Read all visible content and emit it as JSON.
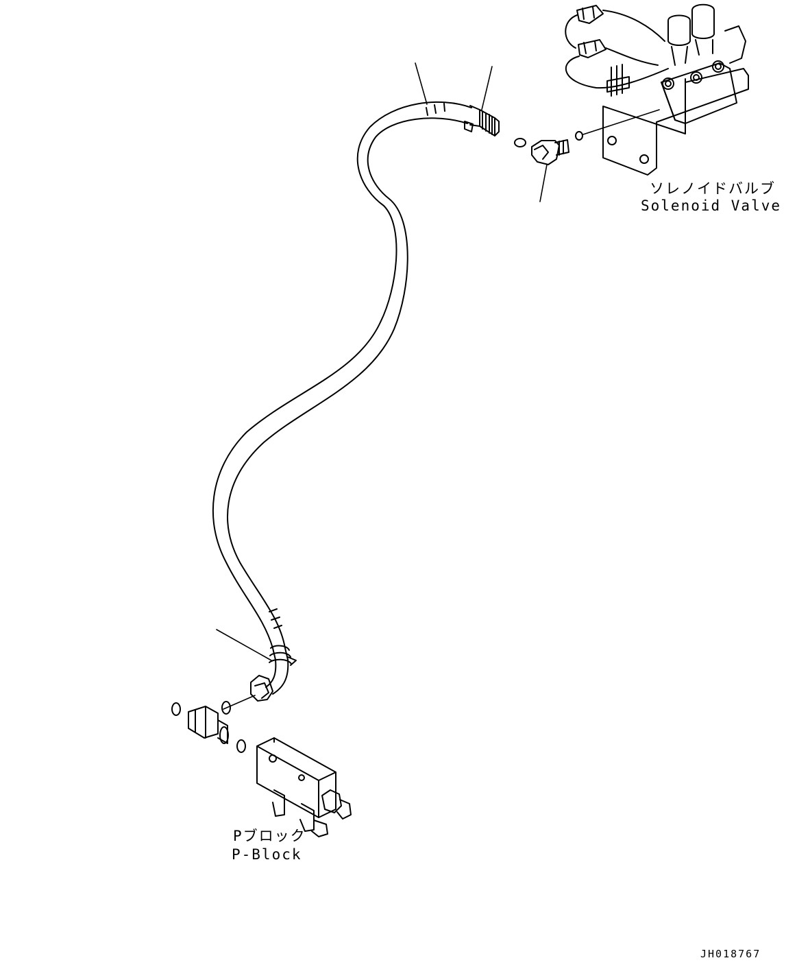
{
  "labels": {
    "solenoid_valve_jp": "ソレノイドバルブ",
    "solenoid_valve_en": "Solenoid Valve",
    "p_block_jp": "Pブロック",
    "p_block_en": "P-Block"
  },
  "drawing_code": "JH018767",
  "colors": {
    "line": "#000000",
    "background": "#ffffff"
  }
}
